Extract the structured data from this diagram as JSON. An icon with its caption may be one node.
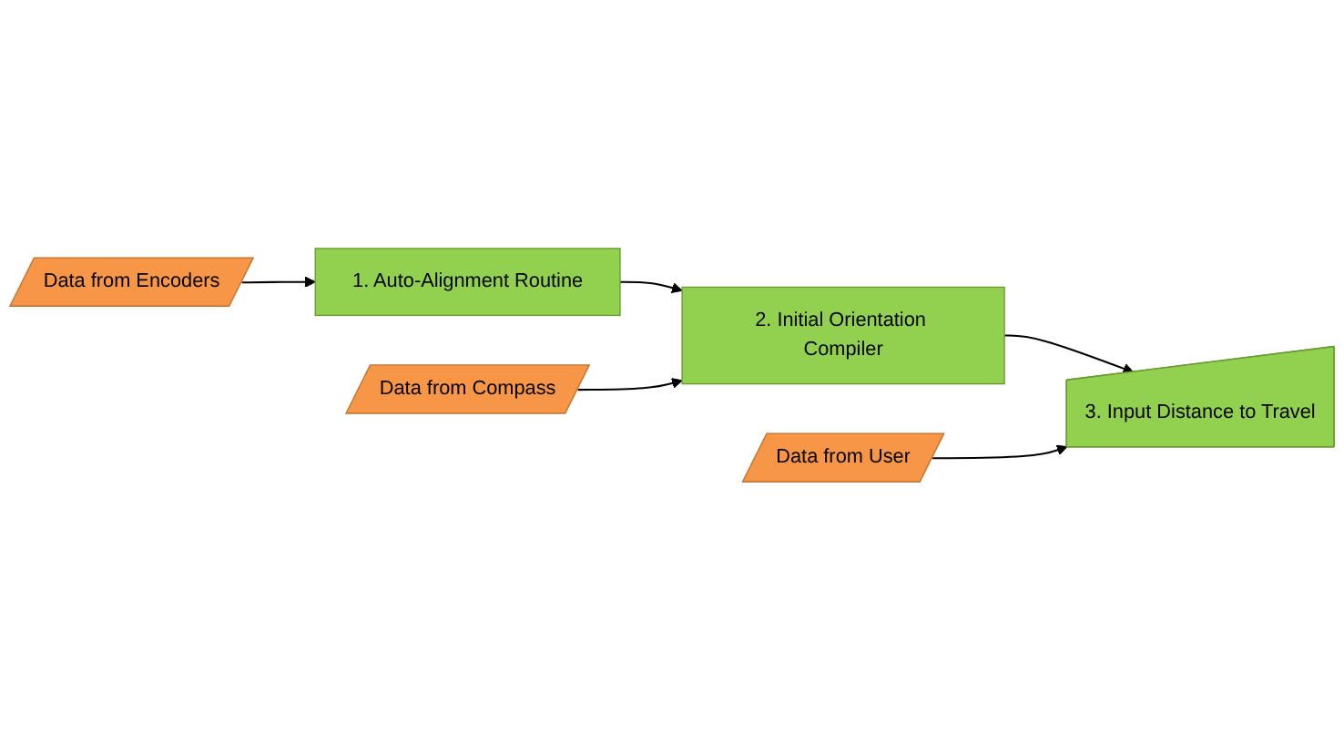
{
  "diagram": {
    "nodes": [
      {
        "text": [
          "1. Auto-Alignment Routine"
        ]
      },
      {
        "text": [
          "2. Initial Orientation Compiler"
        ]
      },
      {
        "text": [
          "3. Input Distance to Travel"
        ]
      },
      {
        "text": [
          "Data from Encoders"
        ]
      },
      {
        "text": [
          "Data from Compass"
        ]
      },
      {
        "text": [
          "Data from User"
        ]
      }
    ],
    "edges": [
      {
        "from": 0,
        "to": 1,
        "arrow": "to"
      },
      {
        "from": 1,
        "to": 2,
        "arrow": "to"
      },
      {
        "from": 3,
        "to": 0,
        "arrow": "to"
      },
      {
        "from": 4,
        "to": 1,
        "arrow": "to"
      },
      {
        "from": 5,
        "to": 2,
        "arrow": "to"
      }
    ]
  }
}
